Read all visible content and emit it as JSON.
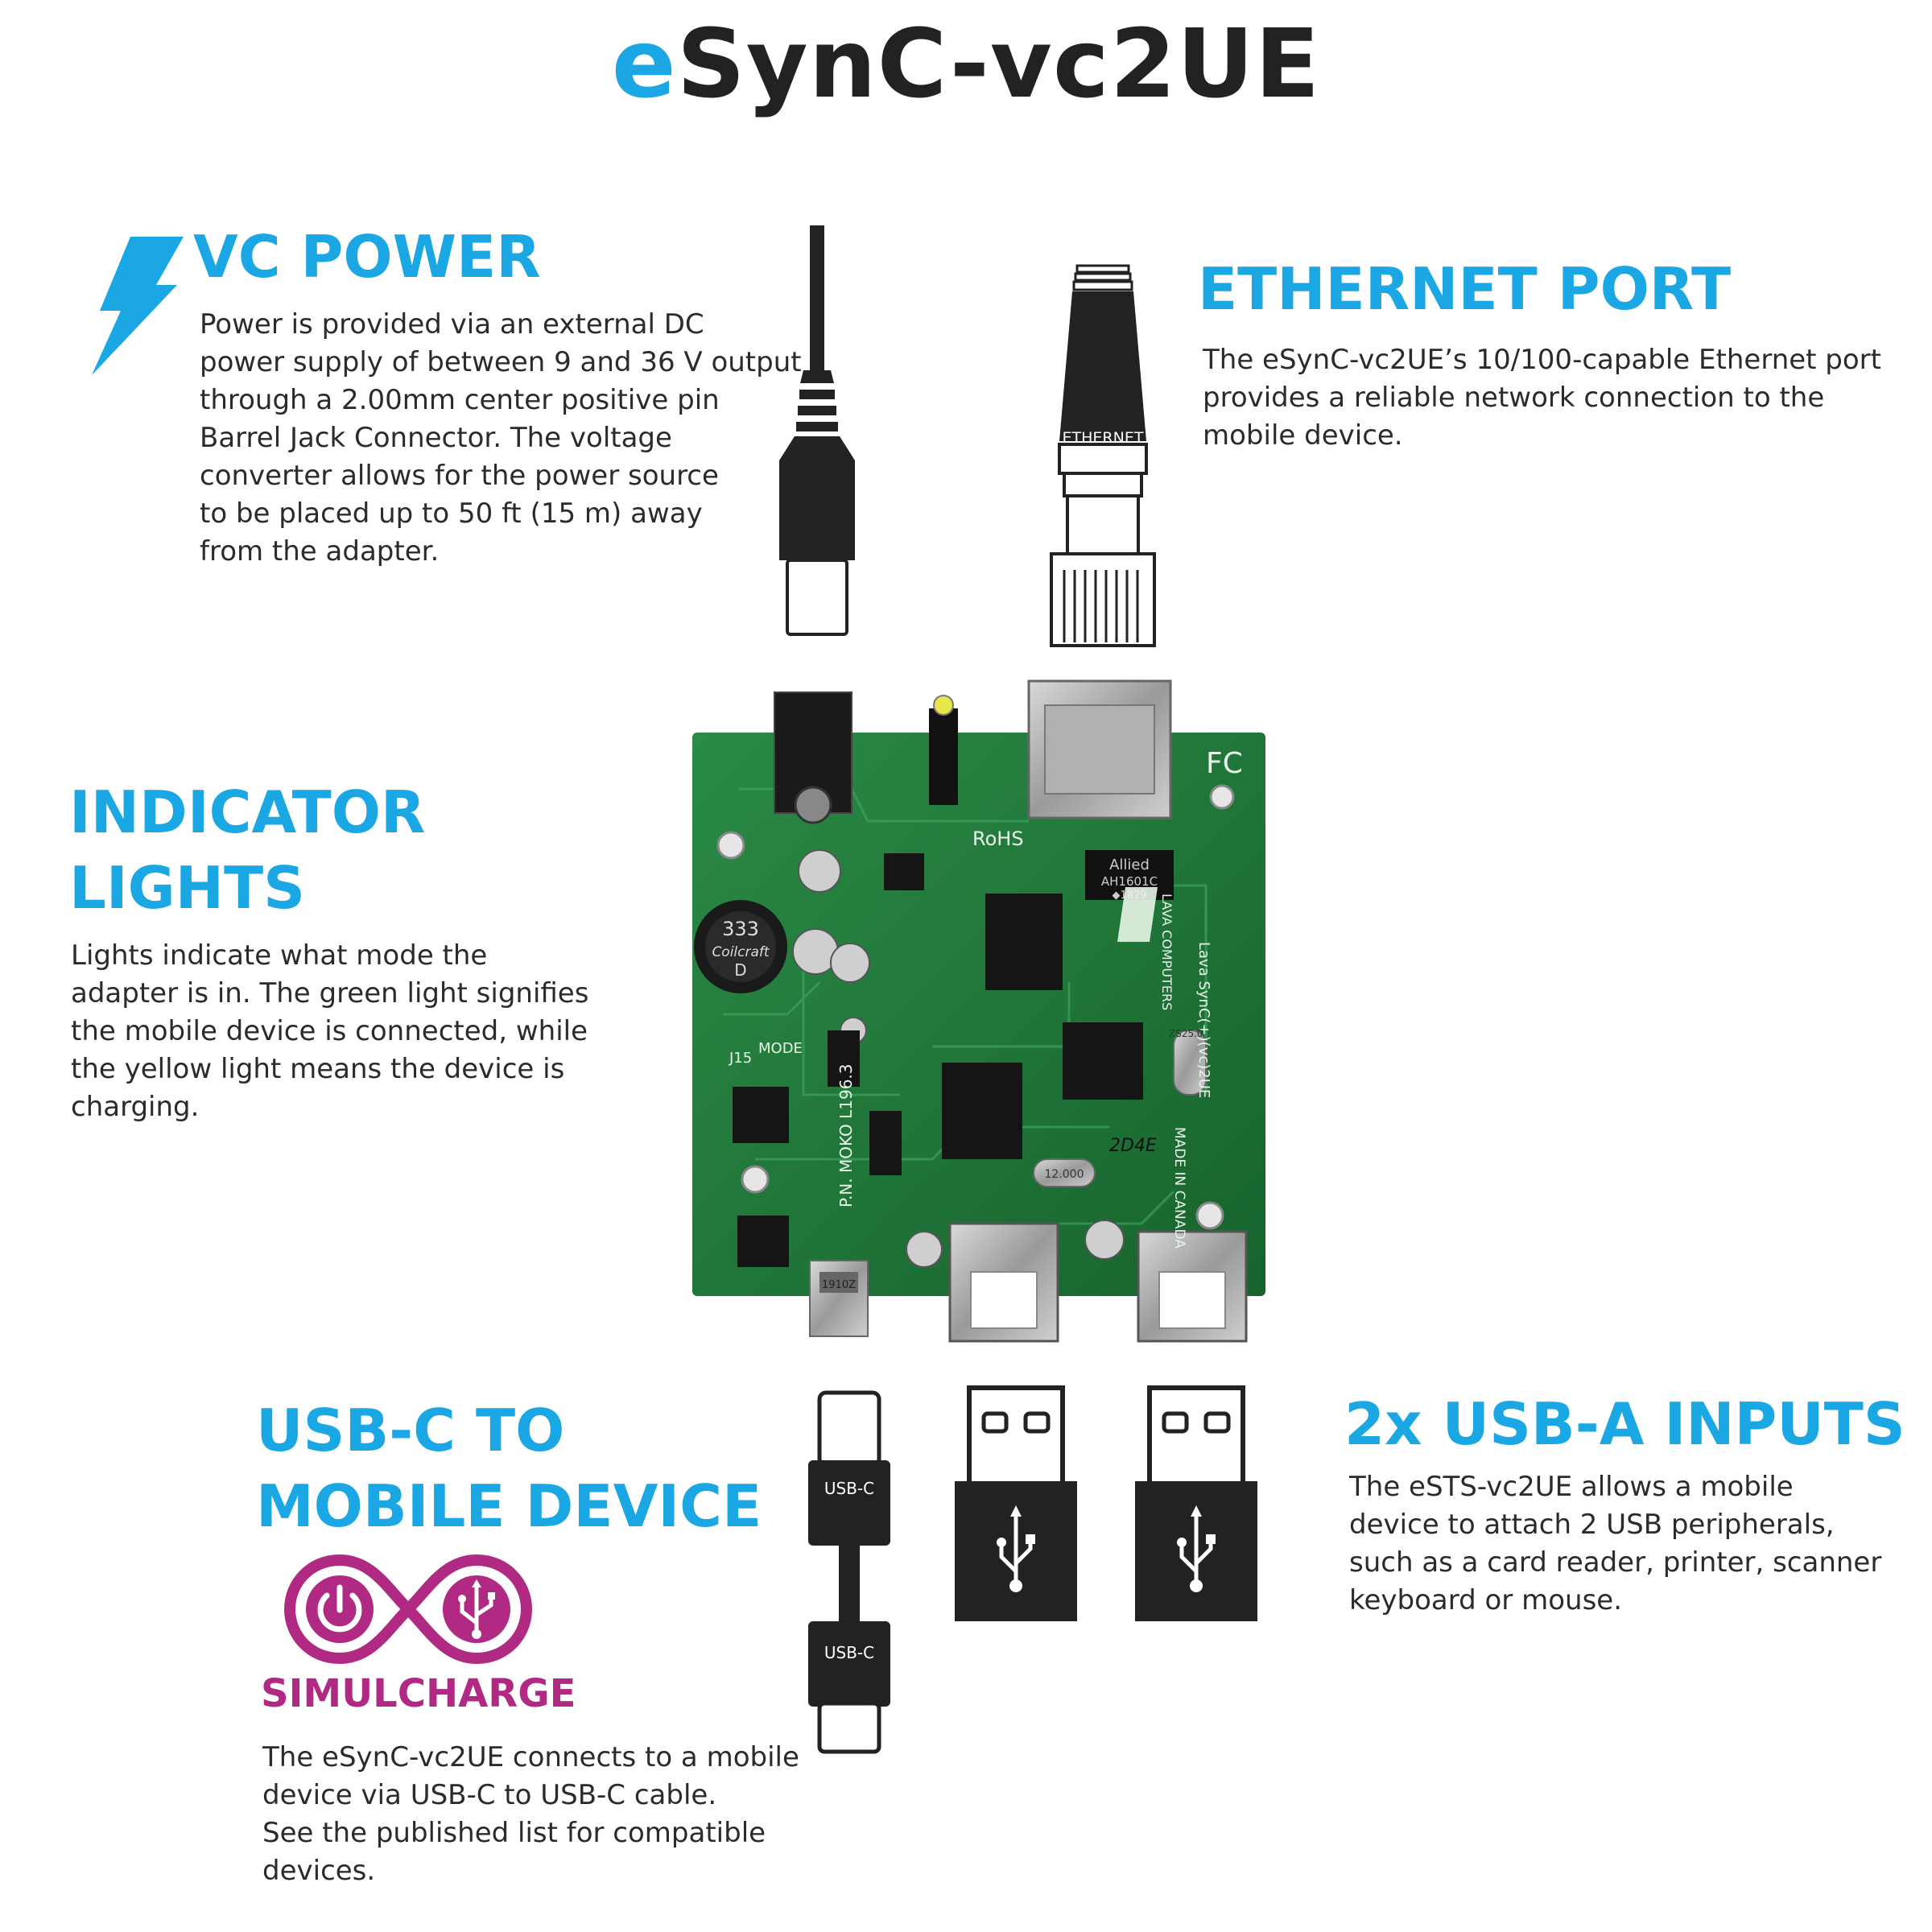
{
  "title": {
    "first": "e",
    "rest": "SynC-vc2UE"
  },
  "vc_power": {
    "heading": "VC POWER",
    "lines": [
      "Power is provided via an external DC",
      "power supply of between 9 and 36 V output",
      "through a 2.00mm center positive pin",
      "Barrel Jack Connector. The voltage",
      "converter allows for the power source",
      "to be placed up to 50 ft (15 m) away",
      "from the adapter."
    ],
    "icon": "lightning-bolt-icon"
  },
  "ethernet": {
    "heading": "ETHERNET PORT",
    "lines": [
      "The eSynC-vc2UE’s 10/100-capable Ethernet port",
      "provides a reliable network connection to the",
      "mobile device."
    ],
    "plug_label": "ETHERNET"
  },
  "indicator": {
    "heading_lines": [
      "INDICATOR",
      "LIGHTS"
    ],
    "lines": [
      "Lights indicate what mode the",
      "adapter is in. The green light signifies",
      "the mobile device is connected, while",
      "the yellow light means the device is",
      "charging."
    ]
  },
  "usbc": {
    "heading_lines": [
      "USB-C TO",
      "MOBILE DEVICE"
    ],
    "logo_text": "SIMULCHARGE",
    "lines": [
      "The eSynC-vc2UE connects to a mobile",
      "device via USB-C to USB-C cable.",
      "See the published list for compatible",
      "devices."
    ],
    "plug_labels": [
      "USB-C",
      "USB-C"
    ]
  },
  "usba": {
    "heading": "2x USB-A INPUTS",
    "lines": [
      "The eSTS-vc2UE allows a mobile",
      "device to attach 2 USB peripherals,",
      "such as a card reader, printer, scanner",
      "keyboard or mouse."
    ]
  },
  "board": {
    "silkscreen": {
      "rohs": "RoHS",
      "fc": "FC",
      "made_in": "MADE IN CANADA",
      "product": "Lava SynC(+)(vc)2UE",
      "pn": "P.N. MOKO L196.3",
      "mode": "MODE",
      "j15": "J15",
      "lava": "LAVA COMPUTERS",
      "inductor_top": "333",
      "inductor_brand": "Coilcraft",
      "inductor_bottom": "D",
      "allied_1": "Allied",
      "allied_2": "AH1601C",
      "allied_3": "◆1829",
      "crystal_1": "12.000",
      "crystal_2": "ZS25.0",
      "handwritten": "2D4E",
      "chip_c": "1910Z"
    }
  },
  "colors": {
    "accent": "#1aa7e4",
    "simulcharge": "#b02a84",
    "pcb": "#1f7a3a",
    "icon_dark": "#222222"
  }
}
